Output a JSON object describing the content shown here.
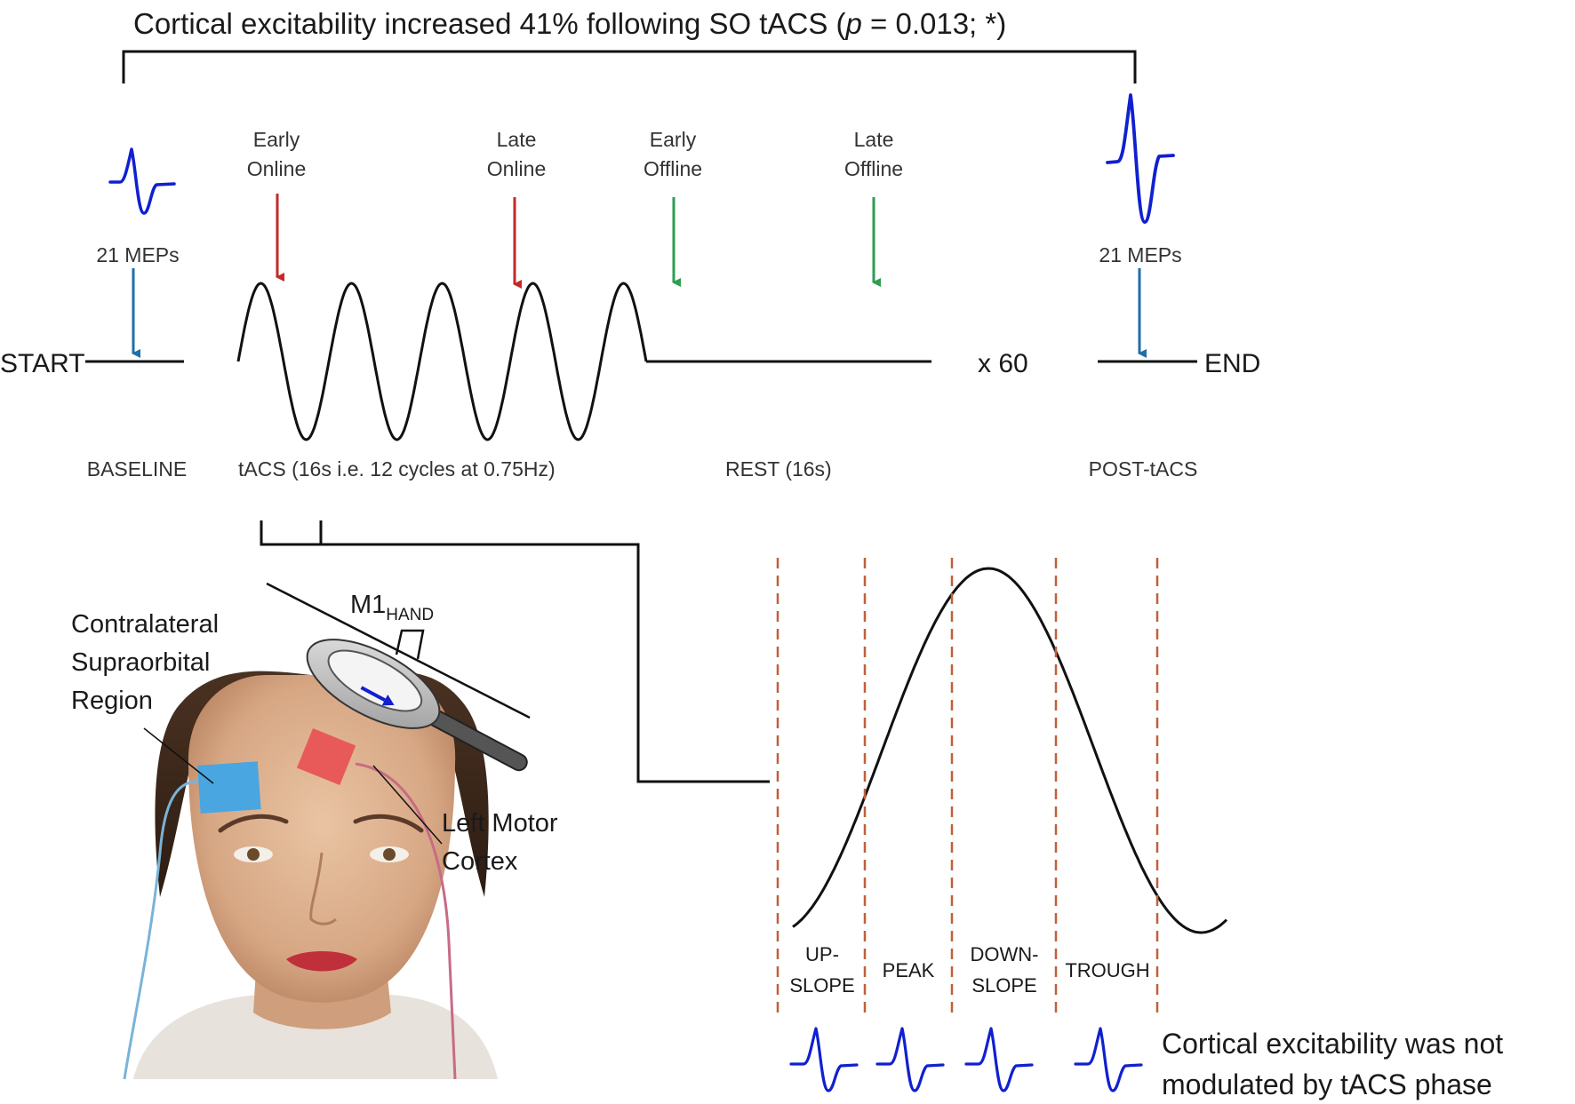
{
  "title": {
    "prefix": "Cortical excitability increased 41% following SO tACS (",
    "p": "p",
    "suffix": " = 0.013; *)"
  },
  "timeline": {
    "start": "START",
    "end": "END",
    "repeat": "x 60",
    "baseline_meps": "21 MEPs",
    "post_meps": "21 MEPs"
  },
  "markers": [
    {
      "line1": "Early",
      "line2": "Online",
      "color": "#c62828"
    },
    {
      "line1": "Late",
      "line2": "Online",
      "color": "#c62828"
    },
    {
      "line1": "Early",
      "line2": "Offline",
      "color": "#2e9e4f"
    },
    {
      "line1": "Late",
      "line2": "Offline",
      "color": "#2e9e4f"
    }
  ],
  "phases": {
    "baseline": "BASELINE",
    "tacs": "tACS (16s i.e. 12 cycles at 0.75Hz)",
    "rest": "REST (16s)",
    "post": "POST-tACS"
  },
  "head_labels": {
    "supraorbital": [
      "Contralateral",
      "Supraorbital",
      "Region"
    ],
    "motor": [
      "Left Motor",
      "Cortex"
    ],
    "coil": "M1",
    "coil_sub": "HAND"
  },
  "wave_phases": [
    {
      "line1": "UP-",
      "line2": "SLOPE"
    },
    {
      "line1": "PEAK",
      "line2": ""
    },
    {
      "line1": "DOWN-",
      "line2": "SLOPE"
    },
    {
      "line1": "TROUGH",
      "line2": ""
    }
  ],
  "bottom_note": [
    "Cortical excitability was not",
    "modulated by tACS phase"
  ],
  "colors": {
    "mep_wave": "#1020d0",
    "mep_arrow": "#1f6fa8",
    "online_arrow": "#c62828",
    "offline_arrow": "#2e9e4f",
    "phase_divider": "#c0603a",
    "anode_pad": "#e85a5a",
    "cathode_pad": "#4aa6e0"
  }
}
